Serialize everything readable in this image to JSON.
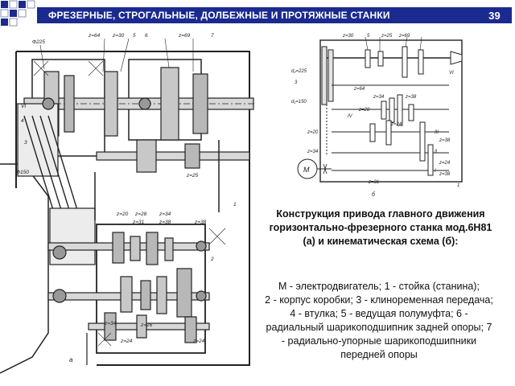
{
  "header": {
    "title": "ФРЕЗЕРНЫЕ, СТРОГАЛЬНЫЕ, ДОЛБЕЖНЫЕ И ПРОТЯЖНЫЕ СТАНКИ",
    "slide_number": "39",
    "bar_color": "#1b2a8f",
    "text_color": "#ffffff"
  },
  "caption": {
    "line1": "Конструкция привода главного движения",
    "line2": "горизонтально-фрезерного станка мод.6Н81",
    "line3": "(а) и кинематическая схема (б):"
  },
  "legend": {
    "line1": "М - электродвигатель; 1 - стойка (станина);",
    "line2": "2 - корпус коробки; 3 - клиноременная передача;",
    "line3": "4 - втулка; 5 - ведущая полумуфта; 6 -",
    "line4": "радиальный шарикоподшипник задней опоры; 7",
    "line5": "- радиально-упорные шарикоподшипники",
    "line6": "передней опоры"
  },
  "drawing_a": {
    "caption": "а",
    "labels": {
      "d225": "Ф225",
      "d150": "Ф150",
      "z64": "z=64",
      "z30": "z=30",
      "z69": "z=69",
      "z25": "z=25",
      "z20": "z=20",
      "z28": "z=28",
      "z31": "z=31",
      "z38": "z=38",
      "z34": "z=34",
      "z26": "z=26",
      "z24": "z=24",
      "z34b": "z=34",
      "z38b": "z=38",
      "z24b": "z=24",
      "n1": "1",
      "n3": "3",
      "n4": "4",
      "n5": "5",
      "n6": "6",
      "n7": "7",
      "n2": "2",
      "roman6": "VI"
    }
  },
  "drawing_b": {
    "caption": "б",
    "labels": {
      "z30": "z=30",
      "n5": "5",
      "z25": "z=25",
      "z69": "z=69",
      "d225": "d₂=225",
      "n3": "3",
      "z64": "z=64",
      "d150": "d₁=150",
      "z28": "z=28",
      "z34": "z=34",
      "z38": "z=38",
      "z20": "z=20",
      "z24": "z=24",
      "z34b": "z=34",
      "z31": "z=31",
      "z38b": "z=38",
      "z24b": "z=24",
      "z38c": "z=38",
      "motor": "M",
      "r1": "I",
      "r2": "II",
      "r3": "III",
      "r4": "IV",
      "r6": "VI",
      "n1": "1"
    }
  }
}
